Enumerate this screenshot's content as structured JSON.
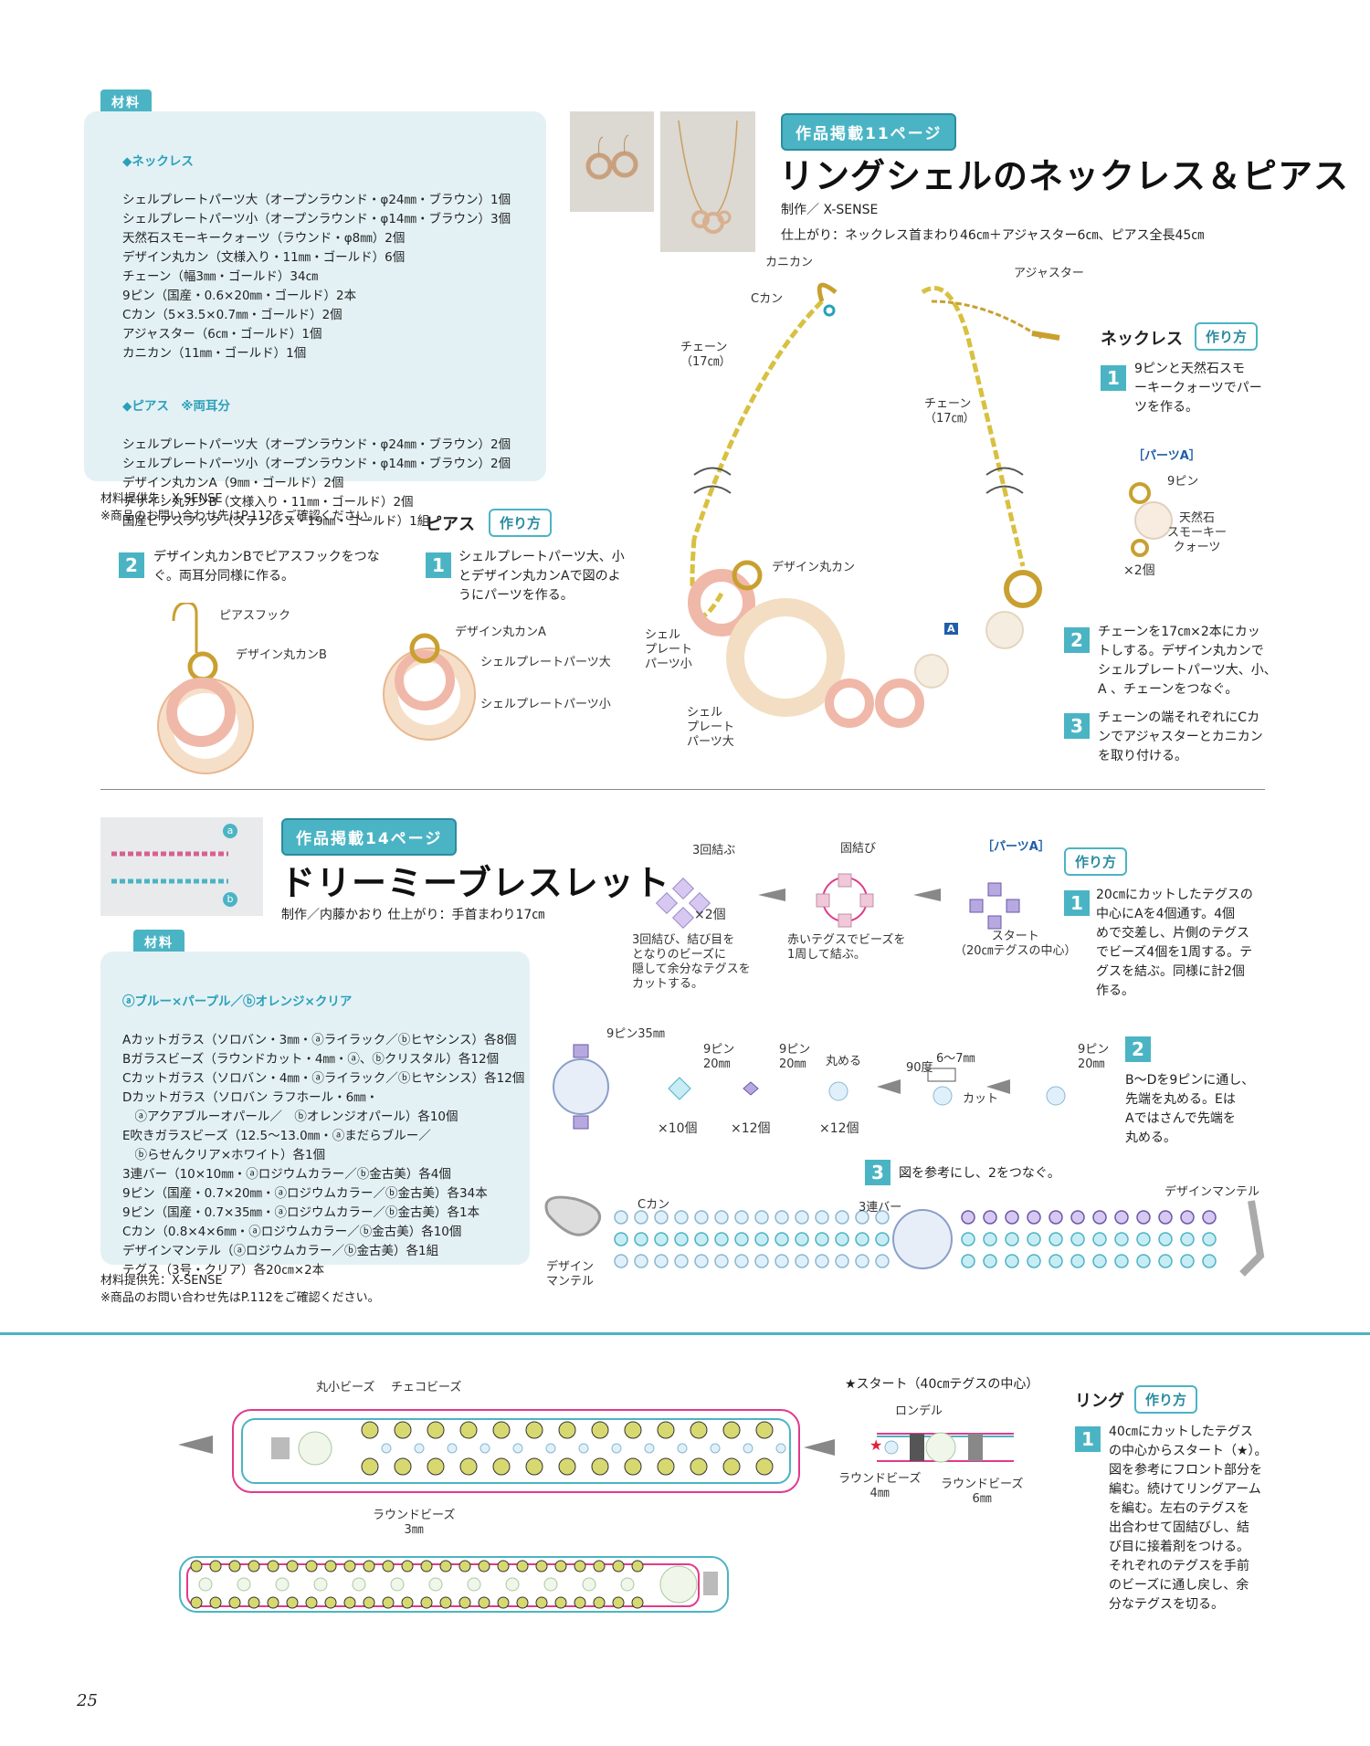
{
  "top": {
    "materials_tag": "材料",
    "necklace_head": "◆ネックレス",
    "necklace_items": [
      "シェルプレートパーツ大（オープンラウンド・φ24㎜・ブラウン）1個",
      "シェルプレートパーツ小（オープンラウンド・φ14㎜・ブラウン）3個",
      "天然石スモーキークォーツ（ラウンド・φ8㎜）2個",
      "デザイン丸カン（文様入り・11㎜・ゴールド）6個",
      "チェーン（幅3㎜・ゴールド）34㎝",
      "9ピン（国産・0.6×20㎜・ゴールド）2本",
      "Cカン（5×3.5×0.7㎜・ゴールド）2個",
      "アジャスター（6㎝・ゴールド）1個",
      "カニカン（11㎜・ゴールド）1個"
    ],
    "pierce_head": "◆ピアス　※両耳分",
    "pierce_items": [
      "シェルプレートパーツ大（オープンラウンド・φ24㎜・ブラウン）2個",
      "シェルプレートパーツ小（オープンラウンド・φ14㎜・ブラウン）2個",
      "デザイン丸カンA（9㎜・ゴールド）2個",
      "デザイン丸カンB（文様入り・11㎜・ゴールド）2個",
      "国産ピアスフック（ステンレス・19㎜・ゴールド）1組"
    ],
    "supplier": "材料提供先：X-SENSE",
    "inquiry": "※商品のお問い合わせ先はP.112をご確認ください。",
    "page_tag": "作品掲載11ページ",
    "title": "リングシェルのネックレス＆ピアス",
    "credit": "制作／ X-SENSE",
    "finish": "仕上がり：ネックレス首まわり46㎝＋アジャスター6㎝、ピアス全長45㎝",
    "pierce_section": "ピアス",
    "howto": "作り方",
    "pierce_step1": "シェルプレートパーツ大、小\nとデザイン丸カンAで図のよ\nうにパーツを作る。",
    "pierce_step2": "デザイン丸カンBでピアスフックをつな\nぐ。両耳分同様に作る。",
    "lbl_hook": "ピアスフック",
    "lbl_ringB": "デザイン丸カンB",
    "lbl_ringA": "デザイン丸カンA",
    "lbl_shell_big": "シェルプレートパーツ大",
    "lbl_shell_small": "シェルプレートパーツ小",
    "lbl_kanikan": "カニカン",
    "lbl_ckan": "Cカン",
    "lbl_adjuster": "アジャスター",
    "lbl_chain_l": "チェーン\n（17㎝）",
    "lbl_chain_r": "チェーン\n（17㎝）",
    "lbl_design_ring": "デザイン丸カン",
    "lbl_shell_s": "シェル\nプレート\nパーツ小",
    "lbl_shell_l": "シェル\nプレート\nパーツ大",
    "necklace_section": "ネックレス",
    "neck_step1": "9ピンと天然石スモ\nーキークォーツでパー\nツを作る。",
    "parts_a": "［パーツA］",
    "lbl_9pin": "9ピン",
    "lbl_stone": "天然石\nスモーキー\nクォーツ",
    "x2": "×2個",
    "neck_step2": "チェーンを17㎝×2本にカッ\nトしする。デザイン丸カンで\nシェルプレートパーツ大、小、\nA 、チェーンをつなぐ。",
    "neck_step3": "チェーンの端それぞれにCカ\nンでアジャスターとカニカン\nを取り付ける。"
  },
  "mid": {
    "page_tag": "作品掲載14ページ",
    "title": "ドリーミーブレスレット",
    "credit": "制作／内藤かおり 仕上がり：手首まわり17㎝",
    "materials_tag": "材料",
    "mat_head": "ⓐブルー×パープル／ⓑオレンジ×クリア",
    "mat_items": [
      "Aカットガラス（ソロバン・3㎜・ⓐライラック／ⓑヒヤシンス）各8個",
      "Bガラスビーズ（ラウンドカット・4㎜・ⓐ、ⓑクリスタル）各12個",
      "Cカットガラス（ソロバン・4㎜・ⓐライラック／ⓑヒヤシンス）各12個",
      "Dカットガラス（ソロバン ラフホール・6㎜・",
      "　ⓐアクアブルーオパール／　ⓑオレンジオパール）各10個",
      "E吹きガラスビーズ（12.5〜13.0㎜・ⓐまだらブルー／",
      "　ⓑらせんクリア×ホワイト）各1個",
      "3連バー（10×10㎜・ⓐロジウムカラー／ⓑ金古美）各4個",
      "9ピン（国産・0.7×20㎜・ⓐロジウムカラー／ⓑ金古美）各34本",
      "9ピン（国産・0.7×35㎜・ⓐロジウムカラー／ⓑ金古美）各1本",
      "Cカン（0.8×4×6㎜・ⓐロジウムカラー／ⓑ金古美）各10個",
      "デザインマンテル（ⓐロジウムカラー／ⓑ金古美）各1組",
      "テグス（3号・クリア）各20㎝×2本"
    ],
    "supplier": "材料提供先：X-SENSE",
    "inquiry": "※商品のお問い合わせ先はP.112をご確認ください。",
    "badge_a": "a",
    "badge_b": "b",
    "lbl_3knot": "3回結ぶ",
    "lbl_knot": "固結び",
    "x2": "×2個",
    "cap1": "3回結び、結び目を\nとなりのビーズに\n隠して余分なテグスを\nカットする。",
    "cap2": "赤いテグスでビーズを\n1周して結ぶ。",
    "parts_a": "［パーツA］",
    "start": "スタート\n（20㎝テグスの中心）",
    "howto": "作り方",
    "step1": "20㎝にカットしたテグスの\n中心にAを4個通す。4個\nめで交差し、片側のテグス\nでビーズ4個を1周する。テ\nグスを結ぶ。同様に計2個\n作る。",
    "step2": "B〜Dを9ピンに通し、\n先端を丸める。Eは\nAではさんで先端を\n丸める。",
    "step3": "図を参考にし、2をつなぐ。",
    "lbl_9pin35": "9ピン35㎜",
    "lbl_9pin20": "9ピン\n20㎜",
    "lbl_round": "丸める",
    "lbl_90": "90度",
    "lbl_67": "6〜7㎜",
    "lbl_cut": "カット",
    "x10": "×10個",
    "x12a": "×12個",
    "x12b": "×12個",
    "lbl_ckan": "Cカン",
    "lbl_bar": "3連バー",
    "lbl_mantel_l": "デザイン\nマンテル",
    "lbl_mantel_r": "デザインマンテル"
  },
  "bottom": {
    "lbl_maru": "丸小ビーズ",
    "lbl_czech": "チェコビーズ",
    "lbl_round3": "ラウンドビーズ\n3㎜",
    "lbl_start40": "★スタート（40㎝テグスの中心）",
    "lbl_rondel": "ロンデル",
    "lbl_round4": "ラウンドビーズ\n4㎜",
    "lbl_round6": "ラウンドビーズ\n6㎜",
    "ring_section": "リング",
    "howto": "作り方",
    "step1": "40㎝にカットしたテグス\nの中心からスタート（★）。\n図を参考にフロント部分を\n編む。続けてリングアーム\nを編む。左右のテグスを\n出合わせて固結びし、結\nび目に接着剤をつける。\nそれぞれのテグスを手前\nのビーズに通し戻し、余\n分なテグスを切る。"
  },
  "page_number": "25"
}
